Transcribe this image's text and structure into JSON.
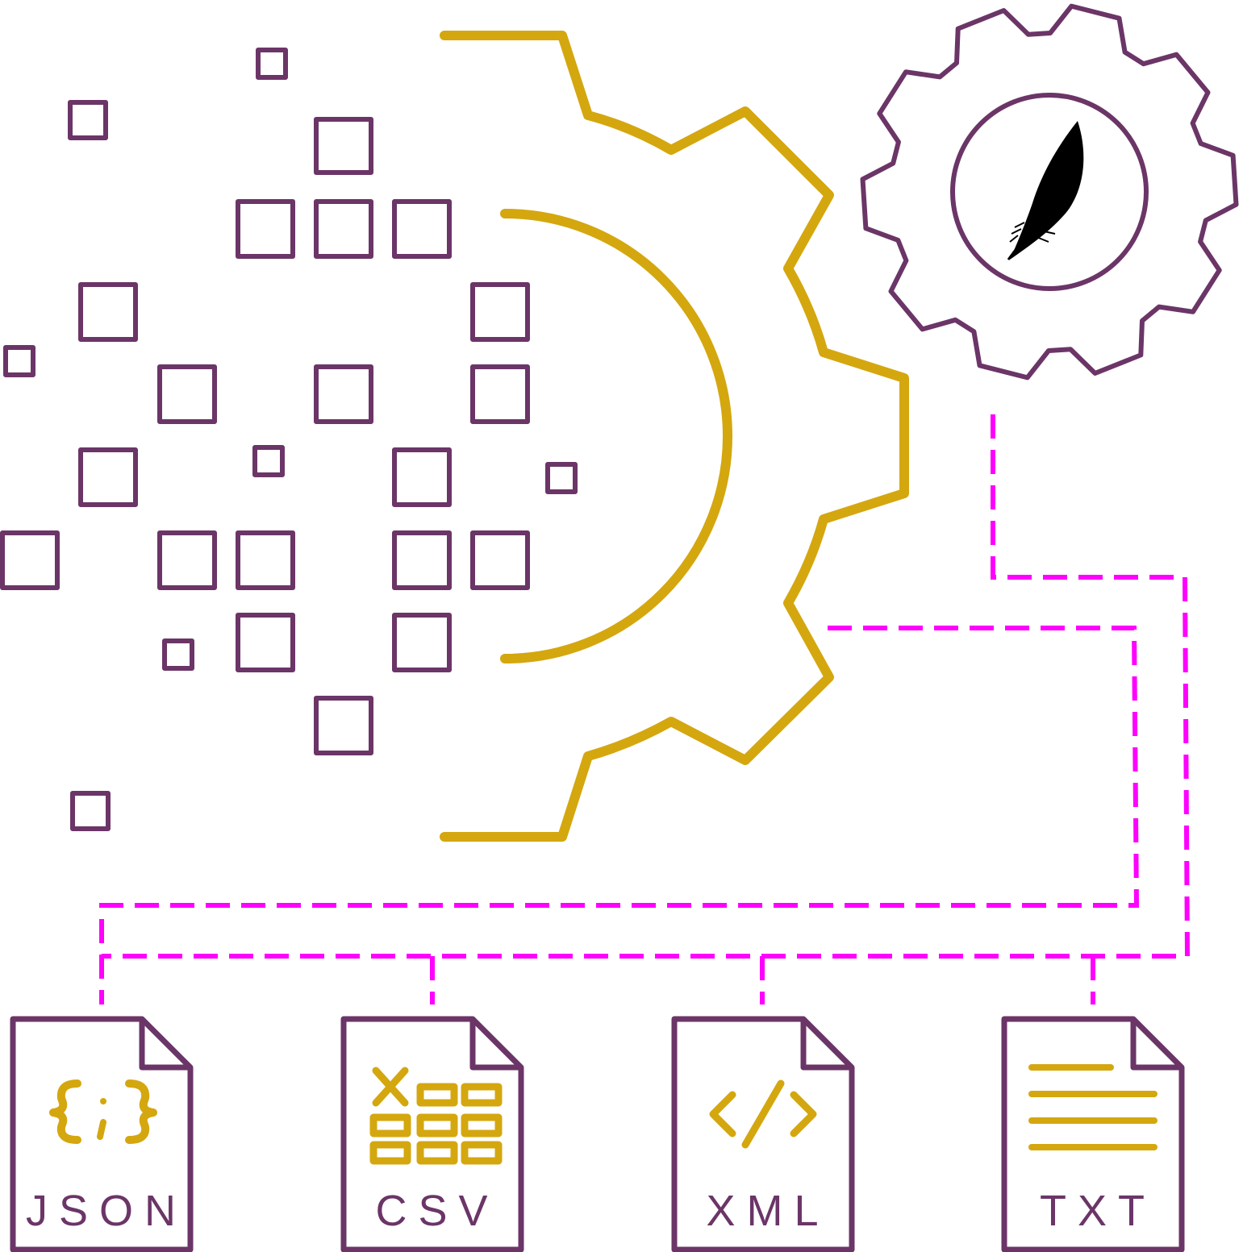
{
  "colors": {
    "purple": "#6b3567",
    "gold": "#d4a70f",
    "magenta": "#ff00ff",
    "black": "#000000"
  },
  "icons": {
    "big_gear": "gear-icon",
    "small_gear": "gear-icon",
    "feather": "feather-icon",
    "data_blocks": "pixel-squares-icon"
  },
  "files": [
    {
      "label": "JSON",
      "icon": "curly-braces-icon"
    },
    {
      "label": "CSV",
      "icon": "spreadsheet-icon"
    },
    {
      "label": "XML",
      "icon": "code-tag-icon"
    },
    {
      "label": "TXT",
      "icon": "text-lines-icon"
    }
  ]
}
